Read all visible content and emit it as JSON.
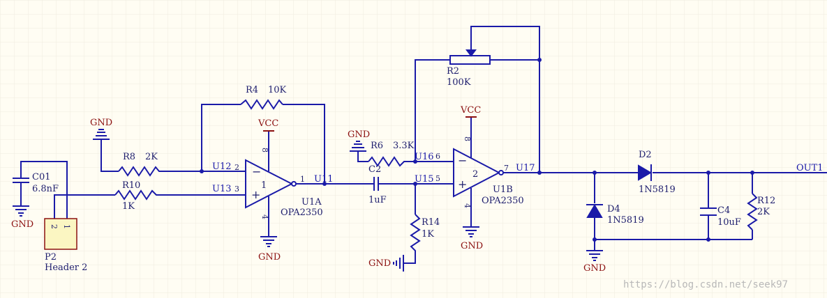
{
  "components": {
    "c01": {
      "ref": "C01",
      "value": "6.8nF"
    },
    "p2": {
      "ref": "P2",
      "value": "Header 2",
      "pin_a": "2",
      "pin_b": "1"
    },
    "r8": {
      "ref": "R8",
      "value": "2K"
    },
    "r10": {
      "ref": "R10",
      "value": "1K"
    },
    "r4": {
      "ref": "R4",
      "value": "10K"
    },
    "u1a": {
      "ref": "U1A",
      "part": "OPA2350",
      "unit": "1"
    },
    "c2": {
      "ref": "C2",
      "value": "1uF"
    },
    "r6": {
      "ref": "R6",
      "value": "3.3K"
    },
    "r14": {
      "ref": "R14",
      "value": "1K"
    },
    "r2": {
      "ref": "R2",
      "value": "100K"
    },
    "u1b": {
      "ref": "U1B",
      "part": "OPA2350",
      "unit": "2"
    },
    "d2": {
      "ref": "D2",
      "value": "1N5819"
    },
    "d4": {
      "ref": "D4",
      "value": "1N5819"
    },
    "c4": {
      "ref": "C4",
      "value": "10uF"
    },
    "r12": {
      "ref": "R12",
      "value": "2K"
    }
  },
  "power": {
    "gnd": "GND",
    "vcc": "VCC"
  },
  "nets": {
    "u12": "U12",
    "u13": "U13",
    "u11": "U11",
    "u15": "U15",
    "u16": "U16",
    "u17": "U17",
    "out": "OUT1"
  },
  "pins": {
    "minus": "−",
    "plus": "+",
    "p1": "1",
    "p2": "2",
    "p3": "3",
    "p4": "4",
    "p5": "5",
    "p6": "6",
    "p7": "7",
    "p8": "8"
  },
  "watermark": "https://blog.csdn.net/seek97",
  "colors": {
    "background": "#fffdf3",
    "wire": "#1a1aa8",
    "power": "#8b1010",
    "header_fill": "#fbf6c2"
  }
}
